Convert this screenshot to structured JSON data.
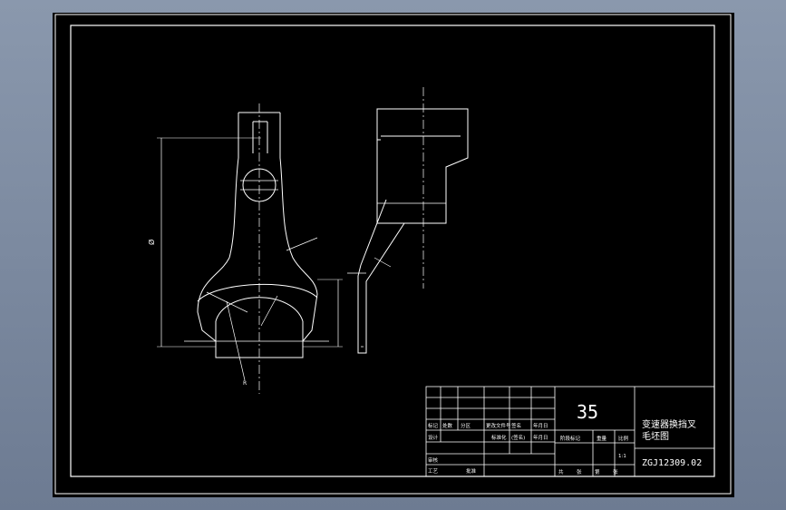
{
  "drawing": {
    "material": "35",
    "title_line1": "变速器换挡叉",
    "title_line2": "毛坯图",
    "drawing_number": "ZGJ12309.02",
    "dimension_label": "Ø",
    "small_label": "R"
  },
  "title_block": {
    "row1": [
      "标记",
      "处数",
      "分区",
      "更改文件号",
      "签名",
      "年月日"
    ],
    "row2": [
      "设计",
      "",
      "",
      "标准化",
      "(签名)",
      "年月日"
    ],
    "stage_headers": [
      "阶段标记",
      "重量",
      "比例"
    ],
    "row3": [
      "审核"
    ],
    "row4": [
      "工艺",
      "",
      "批准"
    ],
    "sheet_info": [
      "共",
      "张",
      "第",
      "张"
    ],
    "scale_value": "1:1"
  },
  "colors": {
    "background": "#000000",
    "lines": "#ffffff",
    "desktop": "#7b889e"
  }
}
